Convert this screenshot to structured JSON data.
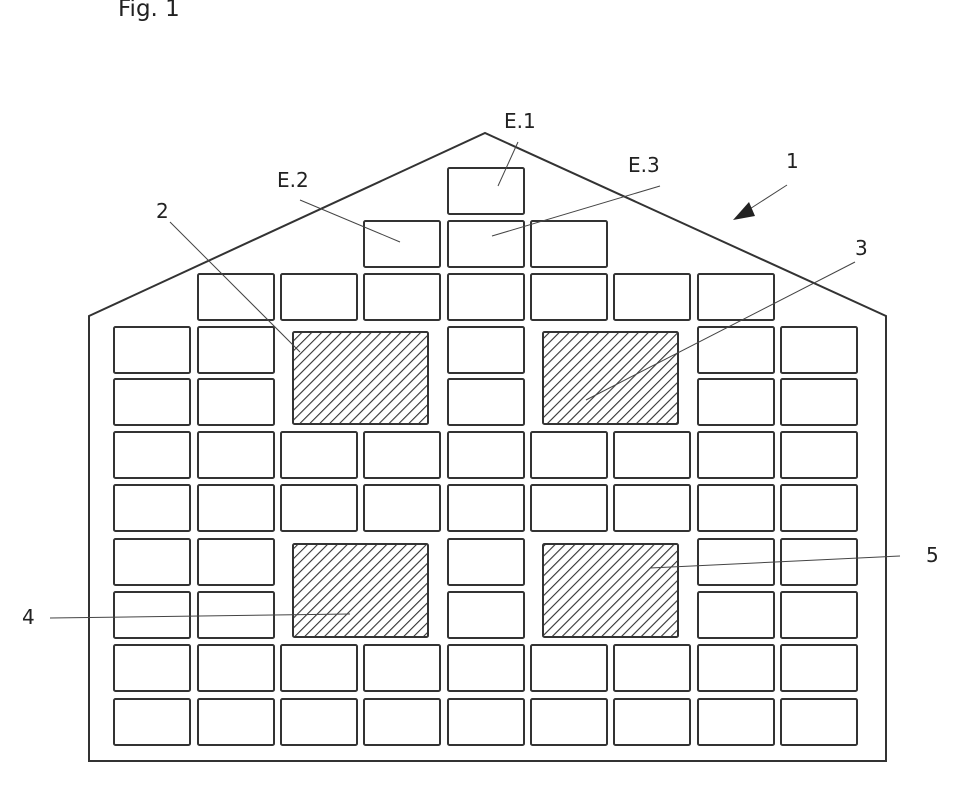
{
  "figure": {
    "title": "Fig. 1"
  },
  "labels": {
    "e1": "E.1",
    "e2": "E.2",
    "e3": "E.3",
    "ref1": "1",
    "ref2": "2",
    "ref3": "3",
    "ref4": "4",
    "ref5": "5"
  }
}
